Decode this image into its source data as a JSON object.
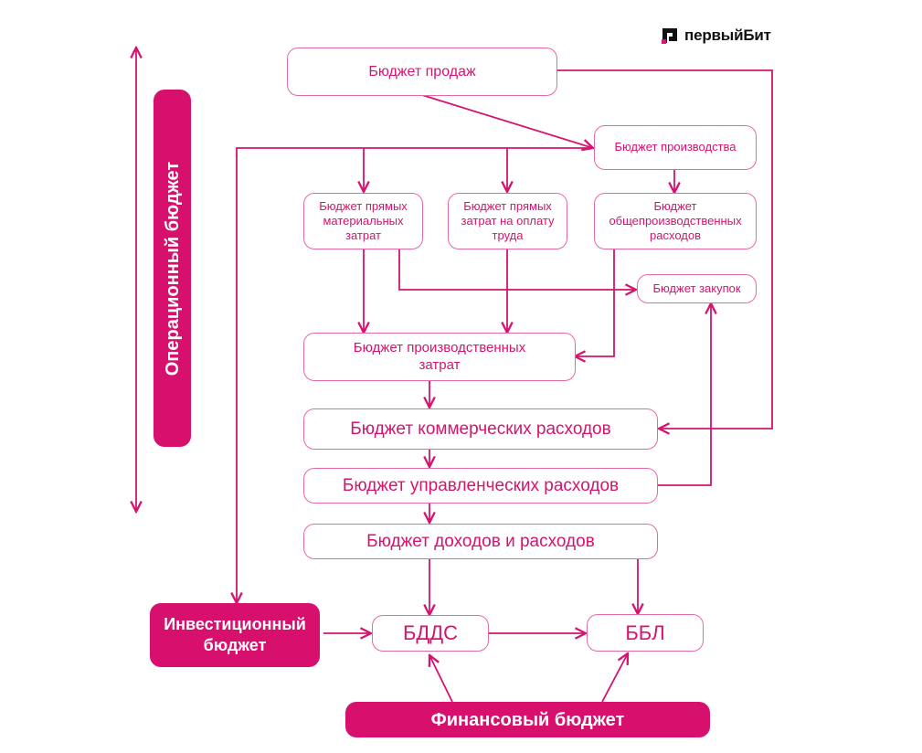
{
  "logo": {
    "text": "первыйБит",
    "icon": "pervyi-bit-logo-icon",
    "accent": "#e2127b"
  },
  "colors": {
    "primary": "#d6106c",
    "stroke": "#d6136e",
    "box_border": "#e36aa6"
  },
  "labels": {
    "operational": "Операционный бюджет",
    "investment": "Инвестиционный бюджет",
    "financial": "Финансовый бюджет"
  },
  "nodes": {
    "sales": "Бюджет продаж",
    "production": "Бюджет производства",
    "direct_materials": "Бюджет прямых материальных затрат",
    "direct_labor": "Бюджет прямых затрат на оплату труда",
    "overhead": "Бюджет общепроизводственных расходов",
    "purchases": "Бюджет закупок",
    "production_costs": "Бюджет производственных затрат",
    "commercial": "Бюджет коммерческих расходов",
    "administrative": "Бюджет управленческих расходов",
    "income_expense": "Бюджет доходов и расходов",
    "bdds": "БДДС",
    "bbl": "ББЛ"
  }
}
